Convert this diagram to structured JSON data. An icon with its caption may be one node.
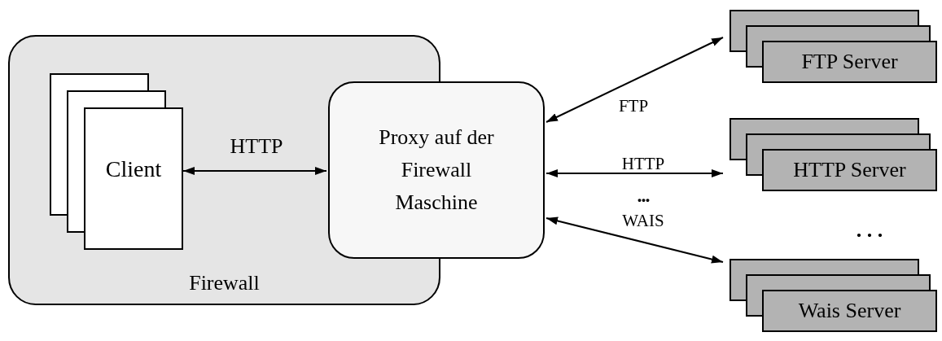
{
  "diagram": {
    "nodes": [
      {
        "text": [
          "Firewall"
        ]
      },
      {
        "text": [
          "Client"
        ],
        "in": 0
      },
      {
        "text": [
          "Proxy auf der Firewall Maschine"
        ]
      },
      {
        "text": [
          "FTP Server"
        ]
      },
      {
        "text": [
          "HTTP Server"
        ]
      },
      {
        "text": [
          "Wais Server"
        ]
      }
    ],
    "edges": [
      {
        "from": 1,
        "to": 2,
        "arrow": "both",
        "label": "HTTP"
      },
      {
        "from": 2,
        "to": 3,
        "arrow": "both",
        "label": "FTP"
      },
      {
        "from": 2,
        "to": 4,
        "arrow": "both",
        "label": "HTTP"
      },
      {
        "from": 2,
        "to": 5,
        "arrow": "both",
        "label": "WAIS"
      }
    ],
    "labels": [
      "...",
      ". . ."
    ]
  }
}
